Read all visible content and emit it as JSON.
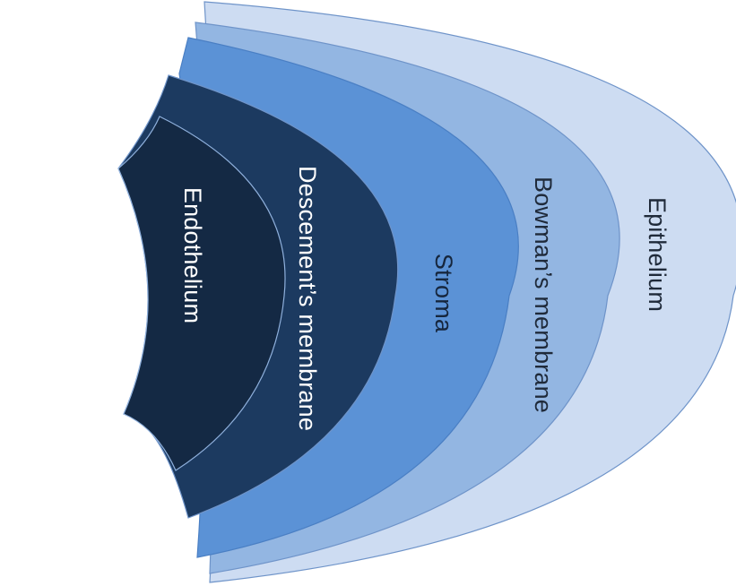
{
  "layers": [
    {
      "id": "epithelium",
      "label": "Epithelium",
      "fill": "#cddcf2",
      "stroke": "#6f94c9",
      "text_color": "#1f2a3a"
    },
    {
      "id": "bowmans-membrane",
      "label": "Bowman’s membrane",
      "fill": "#93b6e2",
      "stroke": "#6f94c9",
      "text_color": "#1f2a3a"
    },
    {
      "id": "stroma",
      "label": "Stroma",
      "fill": "#5b92d6",
      "stroke": "#4a7fc4",
      "text_color": "#16263d"
    },
    {
      "id": "descemets-membrane",
      "label": "Descement’s membrane",
      "fill": "#1c3a60",
      "stroke": "#6f94c9",
      "text_color": "#ffffff"
    },
    {
      "id": "endothelium",
      "label": "Endothelium",
      "fill": "#142944",
      "stroke": "#8fb0dc",
      "text_color": "#ffffff"
    }
  ]
}
